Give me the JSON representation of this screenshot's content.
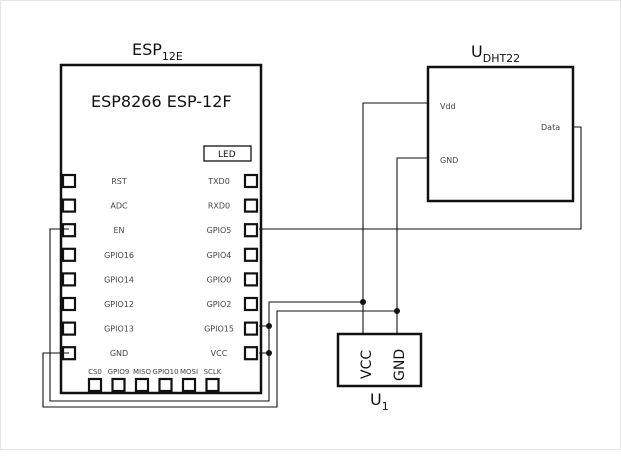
{
  "esp": {
    "title": "ESP",
    "title_sub": "12E",
    "model": "ESP8266 ESP-12F",
    "led_label": "LED",
    "left_pins": [
      "RST",
      "ADC",
      "EN",
      "GPIO16",
      "GPIO14",
      "GPIO12",
      "GPIO13",
      "GND"
    ],
    "right_pins": [
      "TXD0",
      "RXD0",
      "GPIO5",
      "GPIO4",
      "GPIO0",
      "GPIO2",
      "GPIO15",
      "VCC"
    ],
    "bottom_pins": [
      "CS0",
      "GPIO9",
      "MISO",
      "GPIO10",
      "MOSI",
      "SCLK"
    ]
  },
  "dht": {
    "title": "U",
    "title_sub": "DHT22",
    "pin_vdd": "Vdd",
    "pin_gnd": "GND",
    "pin_data": "Data"
  },
  "supply": {
    "title": "U",
    "title_sub": "1",
    "pin_vcc": "VCC",
    "pin_gnd": "GND"
  },
  "colors": {
    "line": "#111111",
    "pin_label": "#444444"
  }
}
